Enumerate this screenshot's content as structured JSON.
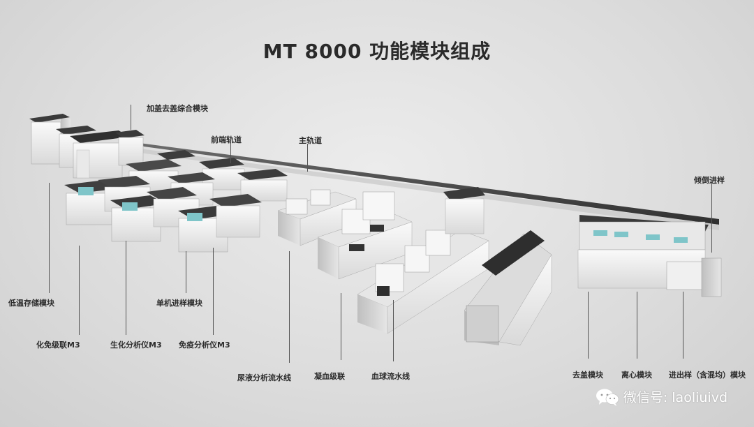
{
  "title": "MT 8000 功能模块组成",
  "labels": {
    "capper_decapper": "加盖去盖综合模块",
    "front_track": "前端轨道",
    "main_track": "主轨道",
    "tilt_loading": "倾倒进样",
    "cold_storage": "低温存储模块",
    "chem_immuno_m3": "化免级联M3",
    "biochem_m3": "生化分析仪M3",
    "single_loading": "单机进样模块",
    "immuno_m3": "免疫分析仪M3",
    "urine_line": "尿液分析流水线",
    "coag_cascade": "凝血级联",
    "hema_line": "血球流水线",
    "decap": "去盖模块",
    "centrifuge": "离心模块",
    "io_module": "进出样（含混均）模块"
  },
  "watermark": {
    "icon": "wechat-icon",
    "text": "微信号: laoliuivd"
  }
}
